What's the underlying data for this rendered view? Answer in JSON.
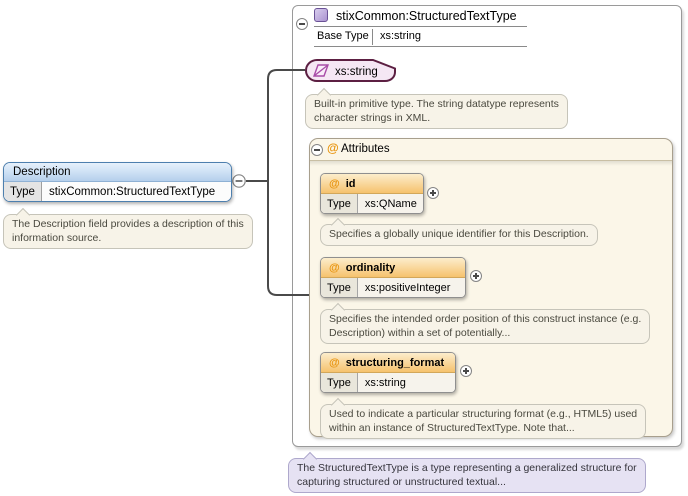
{
  "colors": {
    "element_accent": "#4d7fae",
    "element_header_top": "#e6f0fb",
    "element_header_bottom": "#b5cfec",
    "attribute_header_top": "#fcedcc",
    "attribute_header_bottom": "#f6c26e",
    "attribute_at_color": "#e8940e",
    "string_type_border": "#5c1f42",
    "string_type_bg": "#f5e7f4",
    "attributes_panel_bg": "#fbf6e8",
    "note_bg": "#f7f3e8",
    "purple_note_bg": "#e6e2f3",
    "connector_color": "#4a4a4a"
  },
  "root_type": {
    "title": "stixCommon:StructuredTextType",
    "base_type_label": "Base Type",
    "base_type_value": "xs:string"
  },
  "element": {
    "name": "Description",
    "type_label": "Type",
    "type_value": "stixCommon:StructuredTextType",
    "note": "The Description field provides a description of this\ninformation source."
  },
  "string_type": {
    "label": "xs:string",
    "note": "Built-in primitive type. The string datatype represents\ncharacter strings in XML."
  },
  "attributes": {
    "title": "Attributes",
    "at_symbol": "@",
    "items": [
      {
        "name": "id",
        "type_label": "Type",
        "type_value": "xs:QName",
        "note": "Specifies a globally unique identifier for this Description."
      },
      {
        "name": "ordinality",
        "type_label": "Type",
        "type_value": "xs:positiveInteger",
        "note": "Specifies the intended order position of this construct instance (e.g.\nDescription) within a set of potentially..."
      },
      {
        "name": "structuring_format",
        "type_label": "Type",
        "type_value": "xs:string",
        "note": "Used to indicate a particular structuring format (e.g., HTML5) used\nwithin an instance of StructuredTextType. Note that..."
      }
    ]
  },
  "footer_note": "The StructuredTextType is a type representing a generalized structure for\ncapturing structured or unstructured textual..."
}
